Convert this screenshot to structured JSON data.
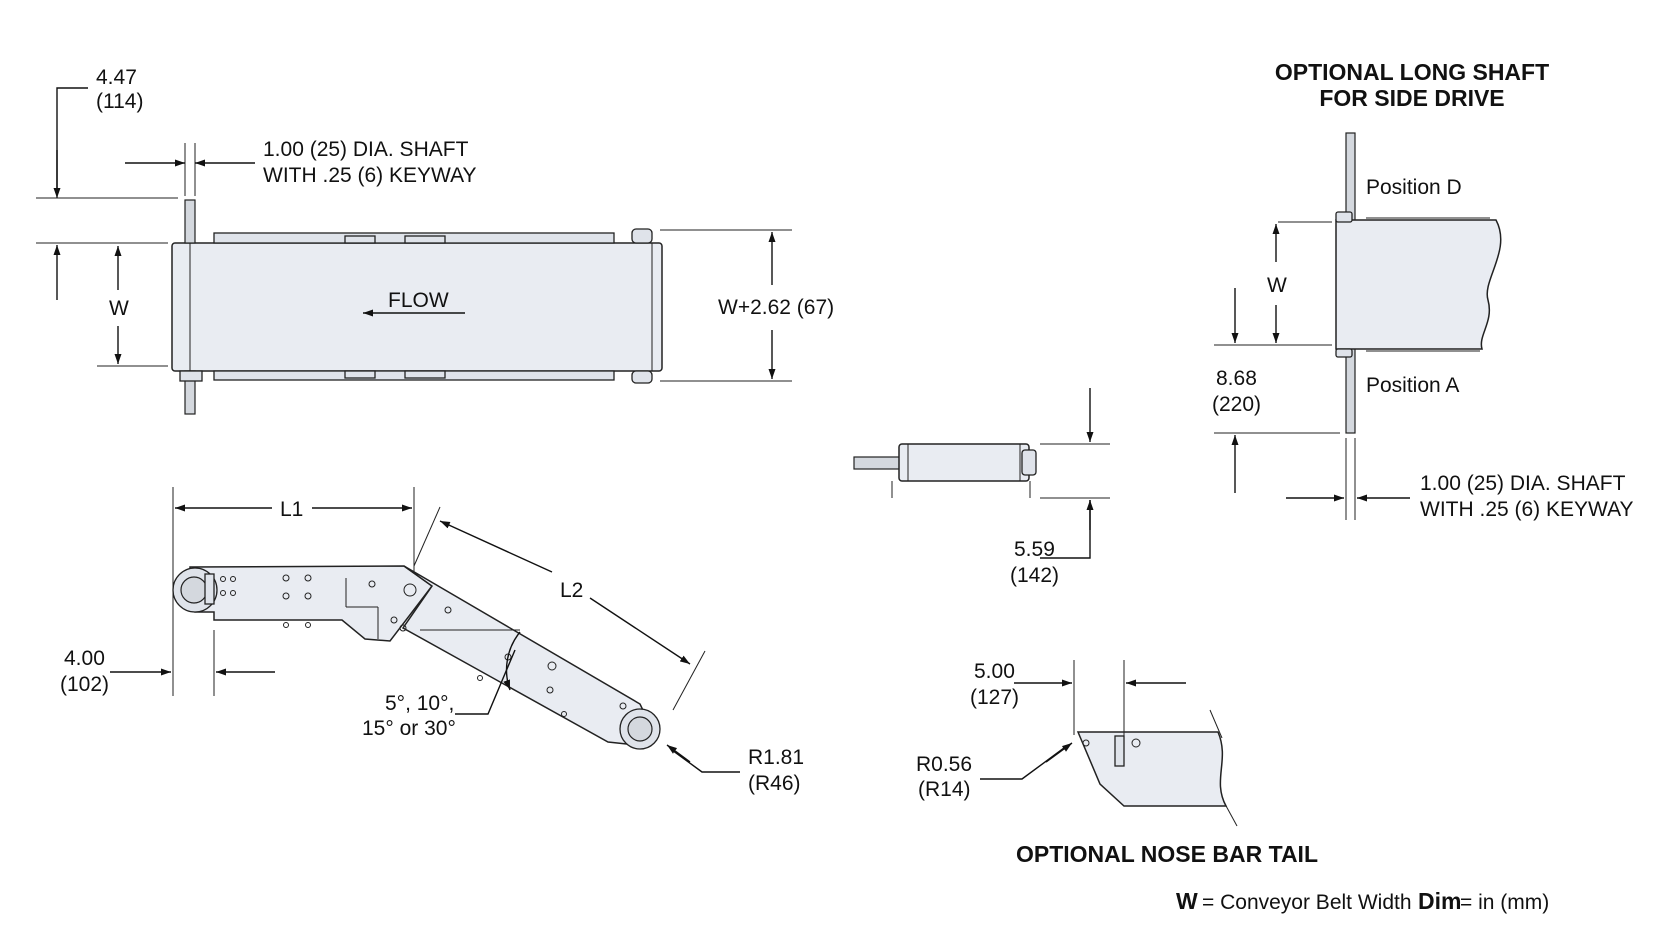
{
  "top_view": {
    "overhang_value": "4.47",
    "overhang_mm": "(114)",
    "shaft_line1": "1.00 (25) DIA. SHAFT",
    "shaft_line2": "WITH .25 (6) KEYWAY",
    "w_label": "W",
    "flow_label": "FLOW",
    "overall_width": "W+2.62 (67)"
  },
  "side_drive": {
    "title_line1": "OPTIONAL LONG SHAFT",
    "title_line2": "FOR SIDE DRIVE",
    "position_d": "Position D",
    "position_a": "Position A",
    "w_label": "W",
    "shaft_length_value": "8.68",
    "shaft_length_mm": "(220)",
    "shaft_line1": "1.00 (25) DIA. SHAFT",
    "shaft_line2": "WITH .25 (6) KEYWAY"
  },
  "end_view": {
    "height_value": "5.59",
    "height_mm": "(142)"
  },
  "side_view": {
    "l1_label": "L1",
    "l2_label": "L2",
    "base_value": "4.00",
    "base_mm": "(102)",
    "angles_line1": "5°, 10°,",
    "angles_line2": "15° or 30°",
    "radius_value": "R1.81",
    "radius_mm": "(R46)"
  },
  "nose_bar": {
    "title": "OPTIONAL NOSE BAR TAIL",
    "offset_value": "5.00",
    "offset_mm": "(127)",
    "radius_value": "R0.56",
    "radius_mm": "(R14)"
  },
  "legend": {
    "w_symbol": "W",
    "w_definition": "= Conveyor Belt Width",
    "dim_symbol": "Dim",
    "dim_definition": "= in (mm)"
  }
}
